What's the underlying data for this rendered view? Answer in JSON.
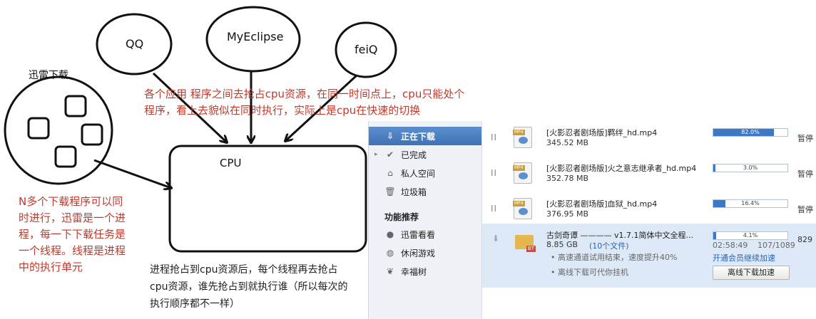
{
  "diagram": {
    "app_labels": [
      "QQ",
      "MyEclipse",
      "feiQ"
    ],
    "cpu_label": "CPU",
    "thunder_label": "迅雷下载",
    "apps_note": [
      "各个应用 程序之间去抢占cpu资源，在同一时间点上，cpu只能处个",
      "程序，看上去貌似在同时执行，实际上是cpu在快速的切换"
    ],
    "threads_note": [
      "N多个下载程序可以同",
      "时进行，迅雷是一个进",
      "程，每一下下载任务是",
      "一个线程。线程是进程",
      "中的执行单元"
    ],
    "process_note": [
      "进程抢占到cpu资源后，每个线程再去抢占",
      "cpu资源，谁先抢占到就执行谁（所以每次的",
      "执行顺序都不一样）"
    ],
    "colors": {
      "note_red": "#c0392b",
      "ink": "#111111"
    }
  },
  "download_manager": {
    "sidebar": {
      "items": [
        {
          "label": "正在下载",
          "icon": "download-tray-icon",
          "active": true
        },
        {
          "label": "已完成",
          "icon": "check-icon"
        },
        {
          "label": "私人空间",
          "icon": "lock-icon"
        },
        {
          "label": "垃圾箱",
          "icon": "trash-icon"
        }
      ],
      "section_title": "功能推荐",
      "features": [
        {
          "label": "迅雷看看",
          "icon": "play-icon"
        },
        {
          "label": "休闲游戏",
          "icon": "gamepad-icon"
        },
        {
          "label": "幸福树",
          "icon": "leaf-icon"
        }
      ]
    },
    "tasks": [
      {
        "name": "[火影忍者剧场版]羁绊_hd.mp4",
        "size": "345.52 MB",
        "progress": 0.82,
        "progress_label": "82.0%",
        "status": "暂停",
        "file_tag": "MP4",
        "control": "II"
      },
      {
        "name": "[火影忍者剧场版]火之意志继承者_hd.mp4",
        "size": "352.78 MB",
        "progress": 0.03,
        "progress_label": "3.0%",
        "status": "暂停",
        "file_tag": "MP4",
        "control": "II"
      },
      {
        "name": "[火影忍者剧场版]血狱_hd.mp4",
        "size": "376.95 MB",
        "progress": 0.164,
        "progress_label": "16.4%",
        "status": "暂停",
        "file_tag": "MP4",
        "control": "II"
      }
    ],
    "bt_task": {
      "name": "古剑奇谭 ———— v1.7.1简体中文全程...",
      "size": "8.85 GB",
      "file_count": "(10个文件)",
      "progress": 0.041,
      "progress_label": "4.1%",
      "eta": "02:58:49",
      "pieces": "107/1089",
      "speed": "829",
      "tag": "BT",
      "hint_1": "• 高速通道试用结束，速度提升40%",
      "hint_2": "• 离线下载可代你挂机",
      "vip_link": "开通会员继续加速",
      "accel_button": "离线下载加速"
    }
  }
}
